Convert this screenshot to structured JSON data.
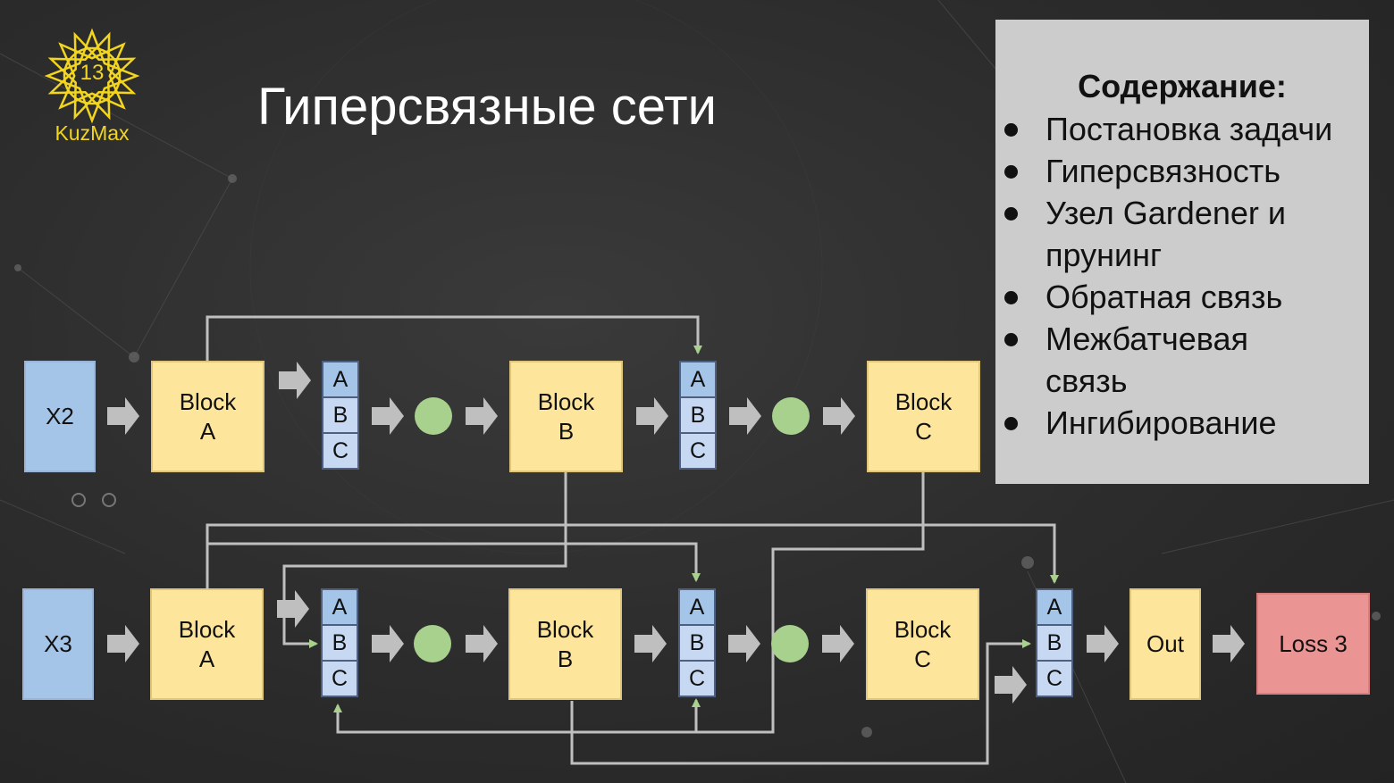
{
  "logo": {
    "number": "13",
    "name": "KuzMax"
  },
  "title": "Гиперсвязные сети",
  "toc": {
    "heading": "Содержание:",
    "items": [
      "Постановка задачи",
      "Гиперсвязность",
      "Узел Gardener и прунинг",
      "Обратная связь",
      "Межбатчевая связь",
      "Ингибирование"
    ]
  },
  "diagram": {
    "row1": {
      "input": "X2",
      "block_a": "Block\nA",
      "block_b": "Block\nB",
      "block_c": "Block\nC",
      "concat1": [
        "A",
        "B",
        "C"
      ],
      "concat2": [
        "A",
        "B",
        "C"
      ]
    },
    "row2": {
      "input": "X3",
      "block_a": "Block\nA",
      "block_b": "Block\nB",
      "block_c": "Block\nC",
      "concat1": [
        "A",
        "B",
        "C"
      ],
      "concat2": [
        "A",
        "B",
        "C"
      ],
      "concat3": [
        "A",
        "B",
        "C"
      ],
      "out": "Out",
      "loss": "Loss 3"
    }
  },
  "colors": {
    "input_fill": "#a4c4e8",
    "block_fill": "#fde59c",
    "loss_fill": "#eb9494",
    "circle_fill": "#a9d18e",
    "toc_bg": "#cccccc",
    "logo_gold": "#f2d51f",
    "arrow_gray": "#bfbfbf",
    "arrow_green": "#a9d18e"
  }
}
